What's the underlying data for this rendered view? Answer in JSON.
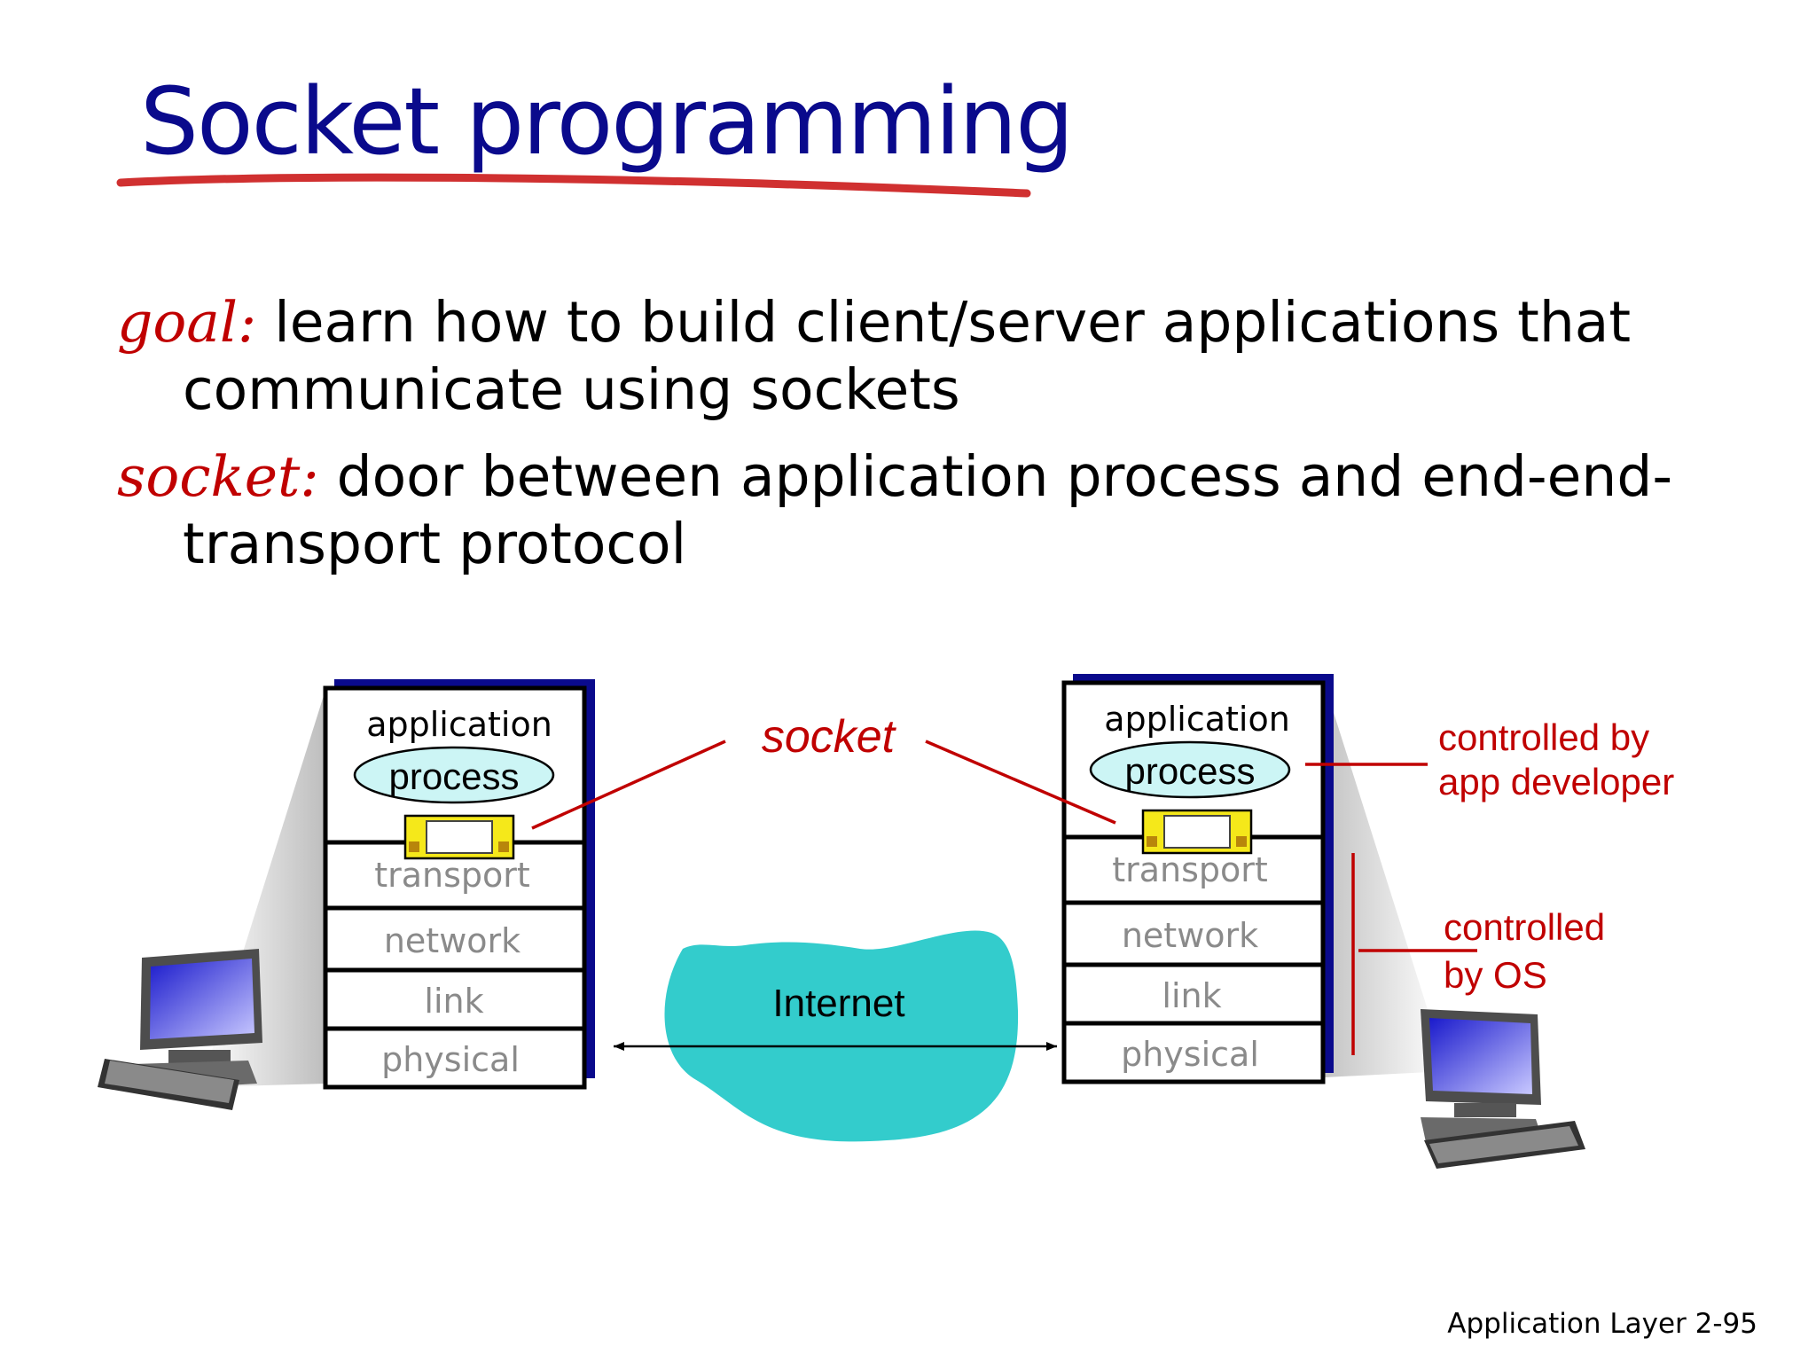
{
  "slide": {
    "title": "Socket programming",
    "bullets": [
      {
        "term": "goal:",
        "line1": " learn how to build client/server applications that",
        "line2": "communicate using sockets"
      },
      {
        "term": "socket:",
        "line1": " door between application process and end-end-",
        "line2": "transport protocol"
      }
    ],
    "footer": "Application Layer 2-95"
  },
  "diagram": {
    "left_host": {
      "application": "application",
      "process": "process",
      "layers": [
        "transport",
        "network",
        "link",
        "physical"
      ]
    },
    "right_host": {
      "application": "application",
      "process": "process",
      "layers": [
        "transport",
        "network",
        "link",
        "physical"
      ]
    },
    "socket_label": "socket",
    "internet_label": "Internet",
    "app_dev_label": [
      "controlled by",
      "app developer"
    ],
    "os_label": [
      "controlled",
      "by OS"
    ]
  },
  "colors": {
    "title": "#0a0a8c",
    "accent_red": "#c00000",
    "underline": "#d03030",
    "internet_cloud": "#33cccc",
    "stack_shadow": "#0a0a8c",
    "socket_box": "#f5e81a",
    "process_oval": "#ccf5f5"
  }
}
